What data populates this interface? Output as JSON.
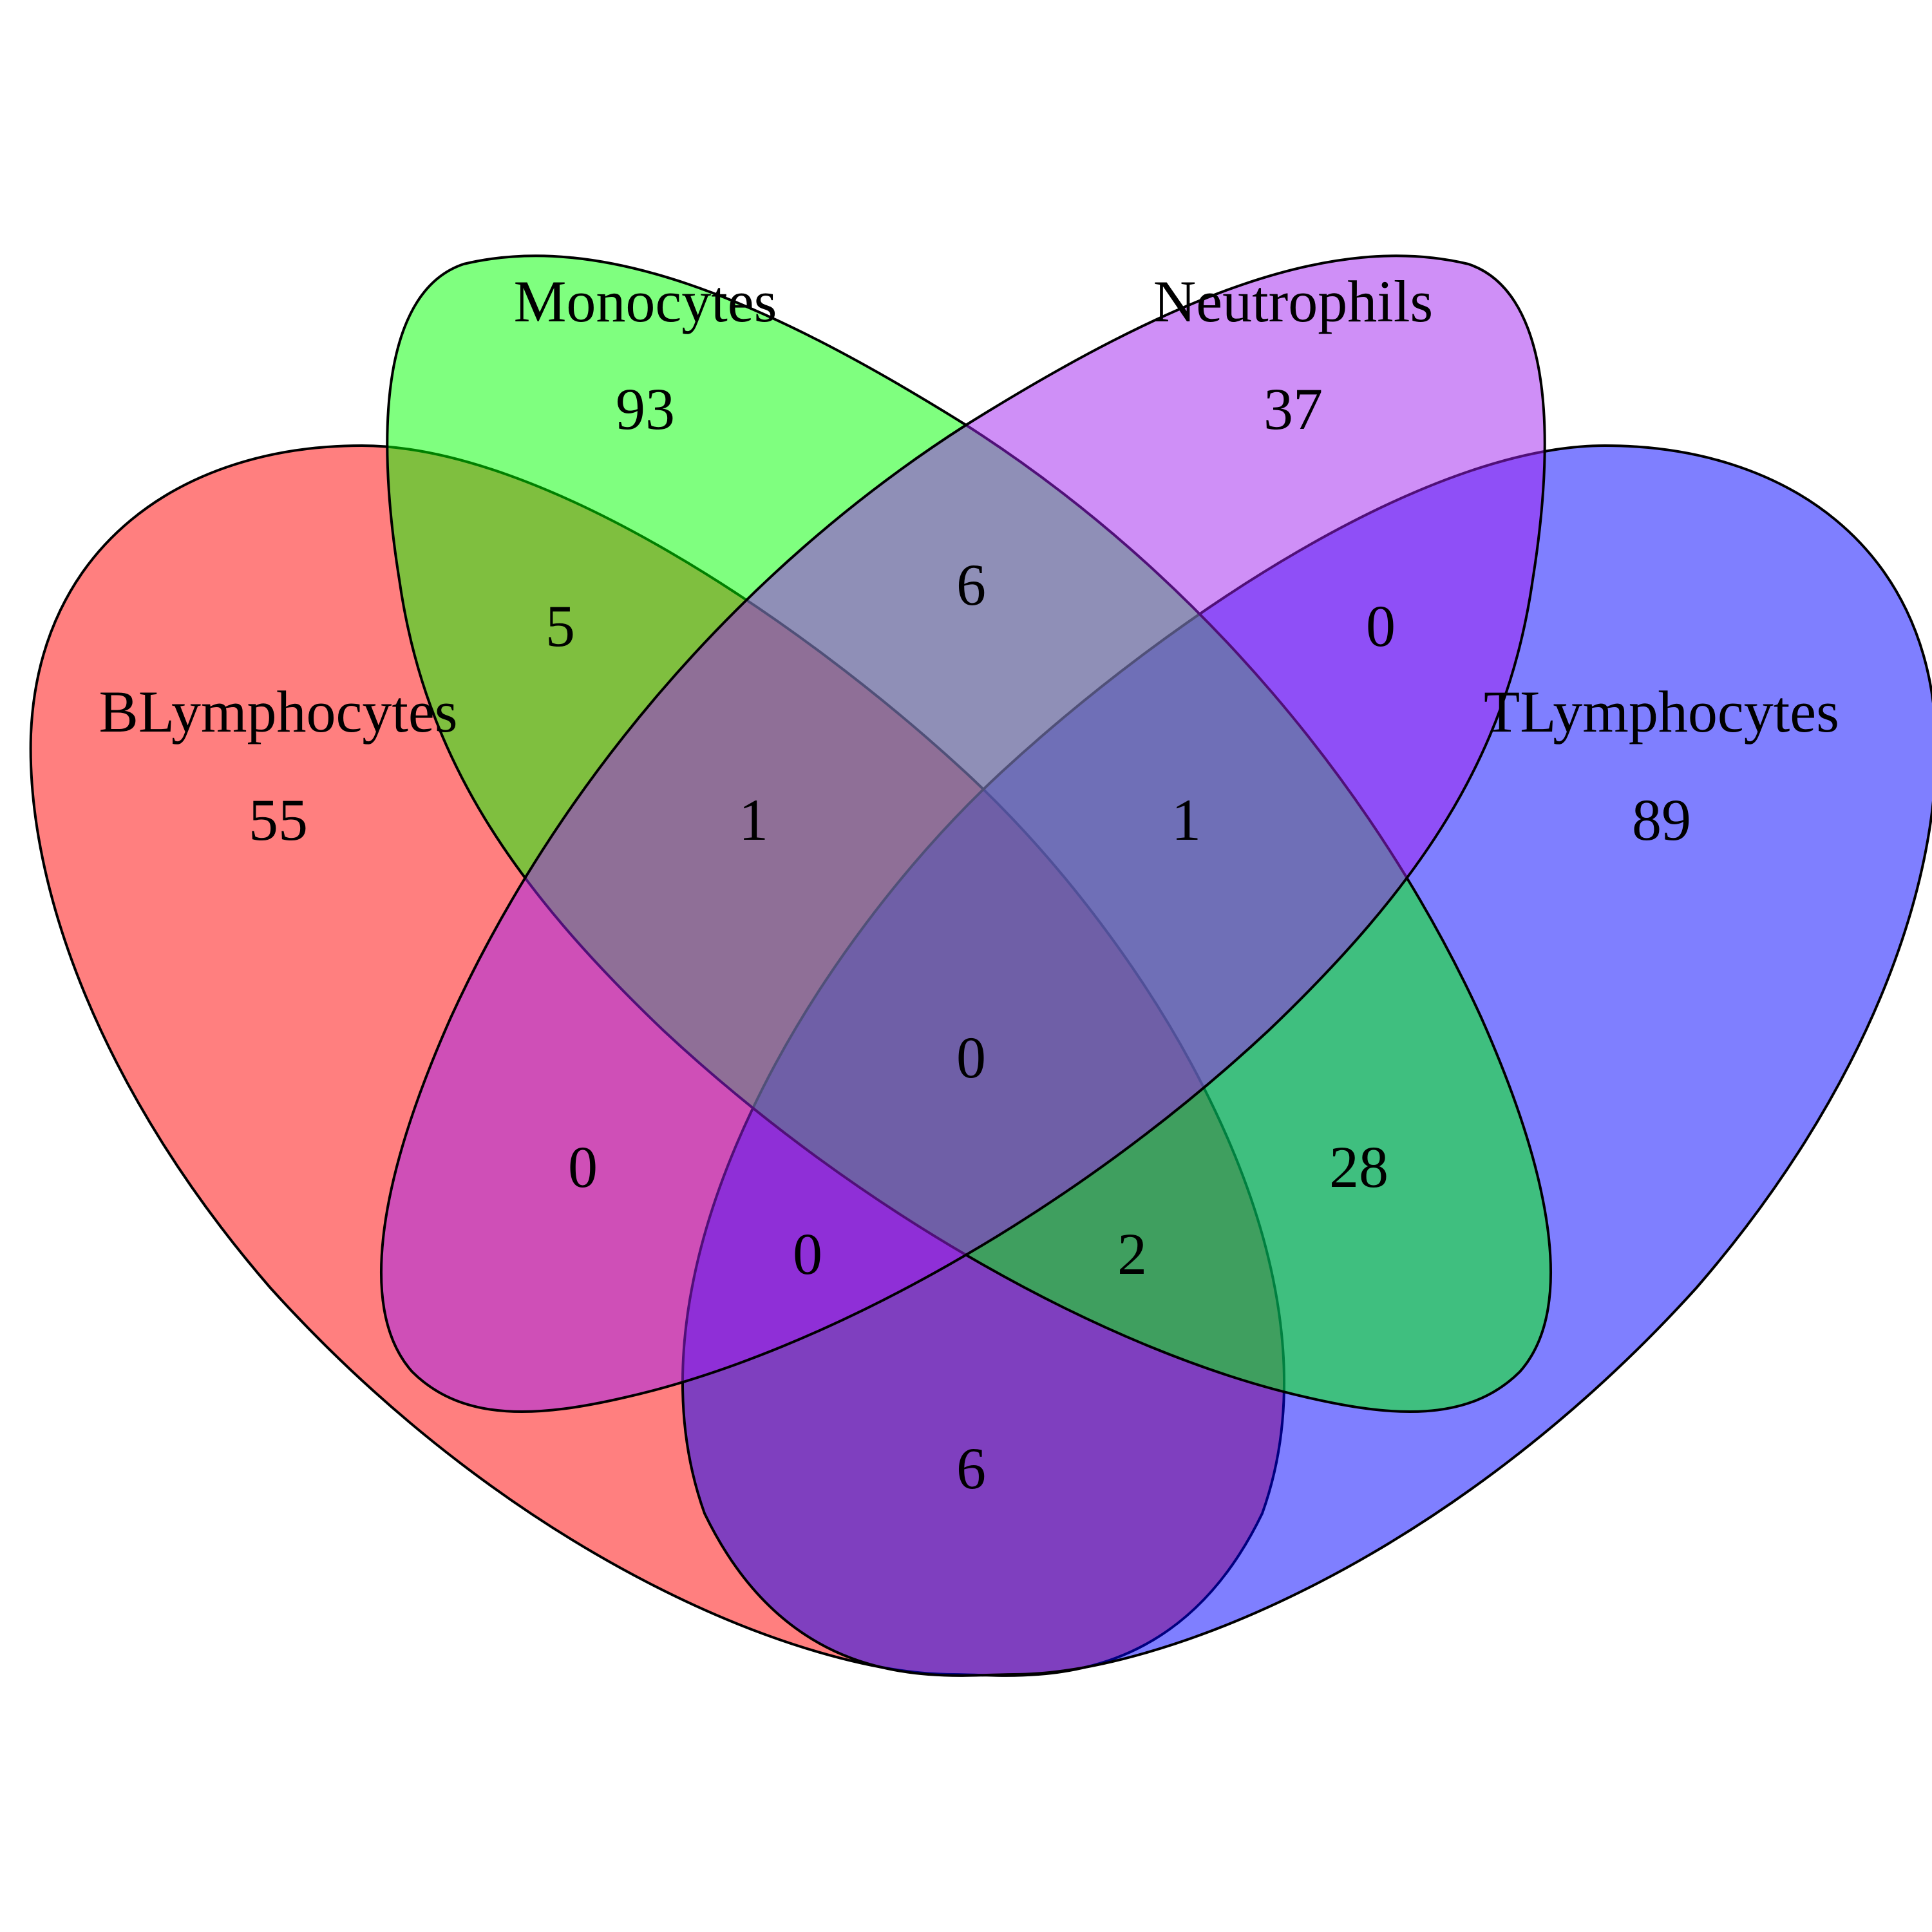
{
  "sets": [
    {
      "key": "B",
      "name": "BLymphocytes",
      "color": "#FF0000",
      "total": 55
    },
    {
      "key": "M",
      "name": "Monocytes",
      "color": "#00FF00",
      "total": 93
    },
    {
      "key": "N",
      "name": "Neutrophils",
      "color": "#A020F0",
      "total": 37
    },
    {
      "key": "T",
      "name": "TLymphocytes",
      "color": "#0000FF",
      "total": 89
    }
  ],
  "regions": [
    {
      "sets": [
        "B"
      ],
      "count": "55"
    },
    {
      "sets": [
        "M"
      ],
      "count": "93"
    },
    {
      "sets": [
        "N"
      ],
      "count": "37"
    },
    {
      "sets": [
        "T"
      ],
      "count": "89"
    },
    {
      "sets": [
        "B",
        "M"
      ],
      "count": "5"
    },
    {
      "sets": [
        "M",
        "N"
      ],
      "count": "6"
    },
    {
      "sets": [
        "N",
        "T"
      ],
      "count": "0"
    },
    {
      "sets": [
        "B",
        "M",
        "N"
      ],
      "count": "1"
    },
    {
      "sets": [
        "M",
        "N",
        "T"
      ],
      "count": "1"
    },
    {
      "sets": [
        "B",
        "M",
        "N",
        "T"
      ],
      "count": "0"
    },
    {
      "sets": [
        "B",
        "N"
      ],
      "count": "0"
    },
    {
      "sets": [
        "M",
        "T"
      ],
      "count": "28"
    },
    {
      "sets": [
        "B",
        "N",
        "T"
      ],
      "count": "0"
    },
    {
      "sets": [
        "B",
        "M",
        "T"
      ],
      "count": "2"
    },
    {
      "sets": [
        "B",
        "T"
      ],
      "count": "6"
    }
  ]
}
